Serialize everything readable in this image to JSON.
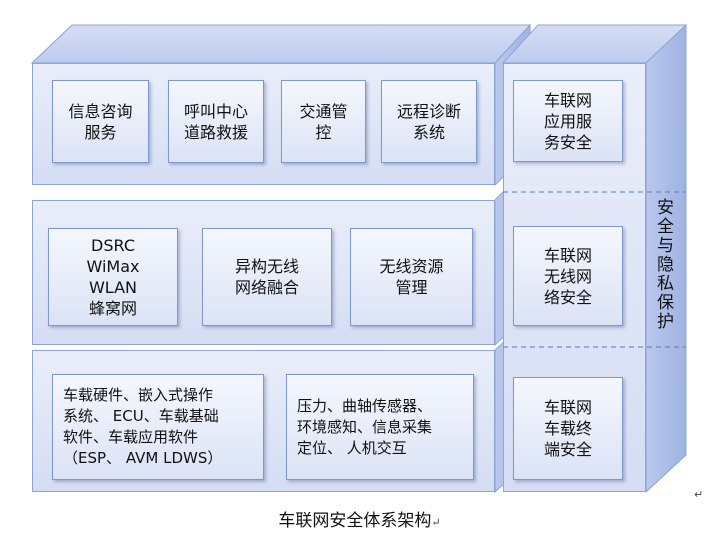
{
  "diagram": {
    "caption": "车联网安全体系架构",
    "side_title": "安全与隐私保护",
    "layers": [
      {
        "boxes": [
          "信息咨询\n服务",
          "呼叫中心\n道路救援",
          "交通管\n控",
          "远程诊断\n系统"
        ]
      },
      {
        "boxes": [
          "DSRC\nWiMax\nWLAN\n蜂窝网",
          "异构无线\n网络融合",
          "无线资源\n管理"
        ]
      },
      {
        "boxes": [
          "车载硬件、嵌入式操作\n系统、 ECU、车载基础\n软件、车载应用软件\n（ESP、 AVM  LDWS）",
          "压力、曲轴传感器、\n环境感知、信息采集\n定位、 人机交互"
        ]
      }
    ],
    "side_boxes": [
      "车联网\n应用服\n务安全",
      "车联网\n无线网\n络安全",
      "车联网\n车载终\n端安全"
    ]
  },
  "colors": {
    "face": "#dbe3f5",
    "top": "#c9d4f0",
    "border": "#8ea4d6",
    "box_border": "#7f97cf"
  }
}
